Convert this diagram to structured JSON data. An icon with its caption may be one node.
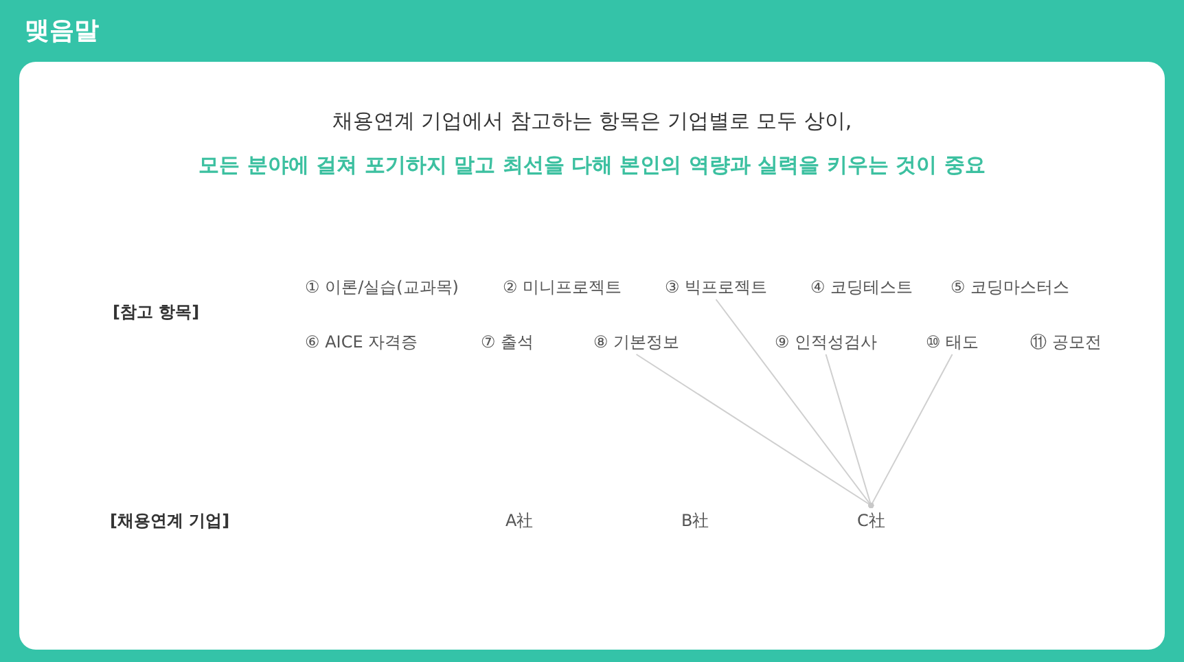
{
  "diagram": {
    "title": "맺음말",
    "nodes": [
      {
        "text": [
          "① 이론/실습(교과목)"
        ]
      },
      {
        "text": [
          "② 미니프로젝트"
        ]
      },
      {
        "text": [
          "③ 빅프로젝트"
        ]
      },
      {
        "text": [
          "④ 코딩테스트"
        ]
      },
      {
        "text": [
          "⑤ 코딩마스터스"
        ]
      },
      {
        "text": [
          "⑥ AICE 자격증"
        ]
      },
      {
        "text": [
          "⑦ 출석"
        ]
      },
      {
        "text": [
          "⑧ 기본정보"
        ]
      },
      {
        "text": [
          "⑨ 인적성검사"
        ]
      },
      {
        "text": [
          "⑩ 태도"
        ]
      },
      {
        "text": [
          "⑪ 공모전"
        ]
      },
      {
        "text": [
          "A社"
        ]
      },
      {
        "text": [
          "B社"
        ]
      },
      {
        "text": [
          "C社"
        ]
      }
    ],
    "edges": [
      {
        "from": 2,
        "to": 13,
        "arrow": "other"
      },
      {
        "from": 7,
        "to": 13,
        "arrow": "other"
      },
      {
        "from": 8,
        "to": 13,
        "arrow": "other"
      },
      {
        "from": 9,
        "to": 13,
        "arrow": "other"
      }
    ],
    "labels": [
      "채용연계 기업에서 참고하는 항목은 기업별로 모두 상이,",
      "모든 분야에 걸쳐 포기하지 말고 최선을 다해 본인의 역량과 실력을 키우는 것이 중요",
      "[참고 항목]",
      "[채용연계 기업]"
    ]
  }
}
